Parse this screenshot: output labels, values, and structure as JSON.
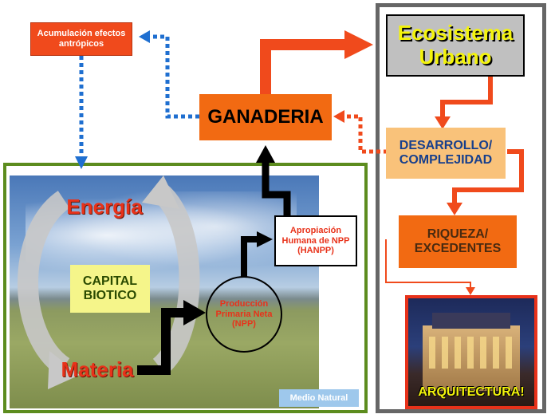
{
  "boxes": {
    "acumulacion": "Acumulación efectos antrópicos",
    "ganaderia": "GANADERIA",
    "ecosistema": "Ecosistema Urbano",
    "desarrollo": "DESARROLLO/ COMPLEJIDAD",
    "riqueza": "RIQUEZA/ EXCEDENTES",
    "arquitectura": "ARQUITECTURA!",
    "hanpp": "Apropiación Humana de NPP (HANPP)",
    "npp": "Producción Primaria Neta (NPP)",
    "capital": "CAPITAL BIOTICO",
    "energia": "Energía",
    "materia": "Materia",
    "medio": "Medio Natural"
  },
  "colors": {
    "natural_border": "#5c8c1e",
    "urban_border": "#666666",
    "flow_red": "#f04a1c",
    "dotted_blue": "#1f6fd0",
    "orange_box": "#f26a12",
    "peach_box": "#f9c27a",
    "yellow_box": "#f5f58a",
    "title_yellow": "#f3f30c",
    "text_red": "#e8321a",
    "text_blue": "#173f8c"
  }
}
